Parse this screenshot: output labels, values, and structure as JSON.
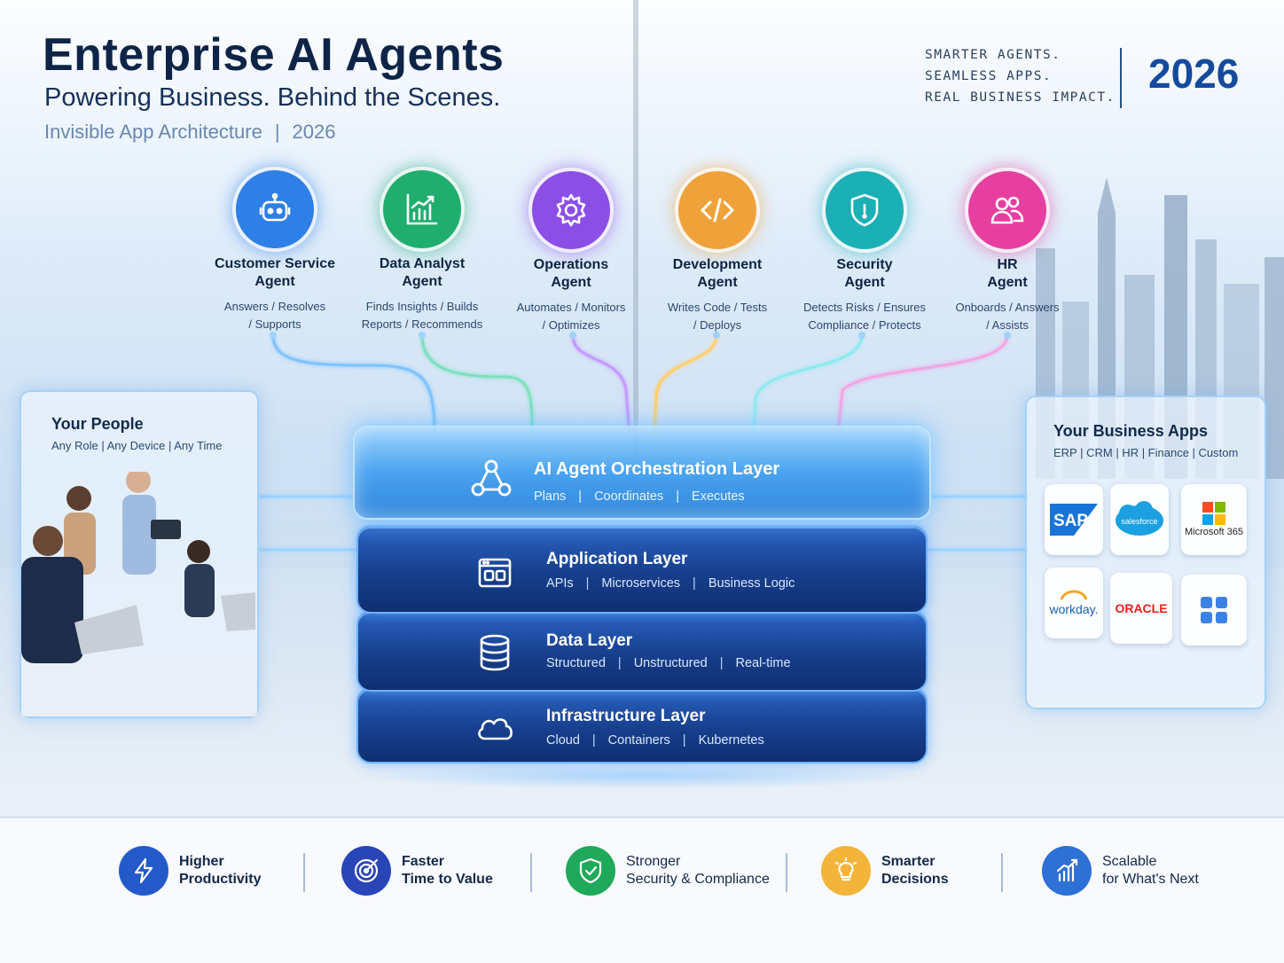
{
  "header": {
    "title": "Enterprise AI Agents",
    "subtitle": "Powering Business. Behind the Scenes.",
    "tagline_left": "Invisible App Architecture",
    "tagline_sep": "|",
    "tagline_year": "2026",
    "slogan": [
      "SMARTER AGENTS.",
      "SEAMLESS APPS.",
      "REAL BUSINESS IMPACT."
    ],
    "year": "2026"
  },
  "agents": [
    {
      "name1": "Customer Service",
      "name2": "Agent",
      "desc1": "Answers  /  Resolves",
      "desc2": "/ Supports",
      "color": "#2f7fe8",
      "icon": "robot-icon"
    },
    {
      "name1": "Data Analyst",
      "name2": "Agent",
      "desc1": "Finds Insights  /  Builds",
      "desc2": "Reports  /  Recommends",
      "color": "#1fae6e",
      "icon": "chart-up-icon"
    },
    {
      "name1": "Operations",
      "name2": "Agent",
      "desc1": "Automates  /  Monitors",
      "desc2": "/ Optimizes",
      "color": "#8b4fe6",
      "icon": "gear-icon"
    },
    {
      "name1": "Development",
      "name2": "Agent",
      "desc1": "Writes Code  /  Tests",
      "desc2": "/ Deploys",
      "color": "#f0a23a",
      "icon": "code-icon"
    },
    {
      "name1": "Security",
      "name2": "Agent",
      "desc1": "Detects Risks  /  Ensures",
      "desc2": "Compliance  /  Protects",
      "color": "#1bb0b6",
      "icon": "shield-icon"
    },
    {
      "name1": "HR",
      "name2": "Agent",
      "desc1": "Onboards  /  Answers",
      "desc2": "/ Assists",
      "color": "#e63fa0",
      "icon": "people-icon"
    }
  ],
  "people_panel": {
    "title": "Your People",
    "sub": "Any Role  |  Any Device  |  Any Time"
  },
  "apps_panel": {
    "title": "Your Business Apps",
    "sub": "ERP  |  CRM  |  HR  |  Finance  |  Custom",
    "apps": [
      "SAP",
      "salesforce",
      "Microsoft 365",
      "workday.",
      "ORACLE",
      "custom-apps-icon"
    ]
  },
  "layers": {
    "orchestration": {
      "title": "AI Agent Orchestration Layer",
      "items": [
        "Plans",
        "Coordinates",
        "Executes"
      ]
    },
    "application": {
      "title": "Application Layer",
      "items": [
        "APIs",
        "Microservices",
        "Business Logic"
      ]
    },
    "data": {
      "title": "Data Layer",
      "items": [
        "Structured",
        "Unstructured",
        "Real-time"
      ]
    },
    "infrastructure": {
      "title": "Infrastructure Layer",
      "items": [
        "Cloud",
        "Containers",
        "Kubernetes"
      ]
    }
  },
  "benefits": [
    {
      "line1": "Higher",
      "line2": "Productivity",
      "color": "#2459c9",
      "icon": "lightning-icon"
    },
    {
      "line1": "Faster",
      "line2": "Time to Value",
      "color": "#2a45b8",
      "icon": "target-icon"
    },
    {
      "line1": "Stronger",
      "line2": "Security & Compliance",
      "color": "#20a95a",
      "icon": "shield-check-icon"
    },
    {
      "line1": "Smarter",
      "line2": "Decisions",
      "color": "#f2b43a",
      "icon": "lightbulb-icon"
    },
    {
      "line1": "Scalable",
      "line2": "for What's Next",
      "color": "#2d70d6",
      "icon": "growth-chart-icon"
    }
  ]
}
